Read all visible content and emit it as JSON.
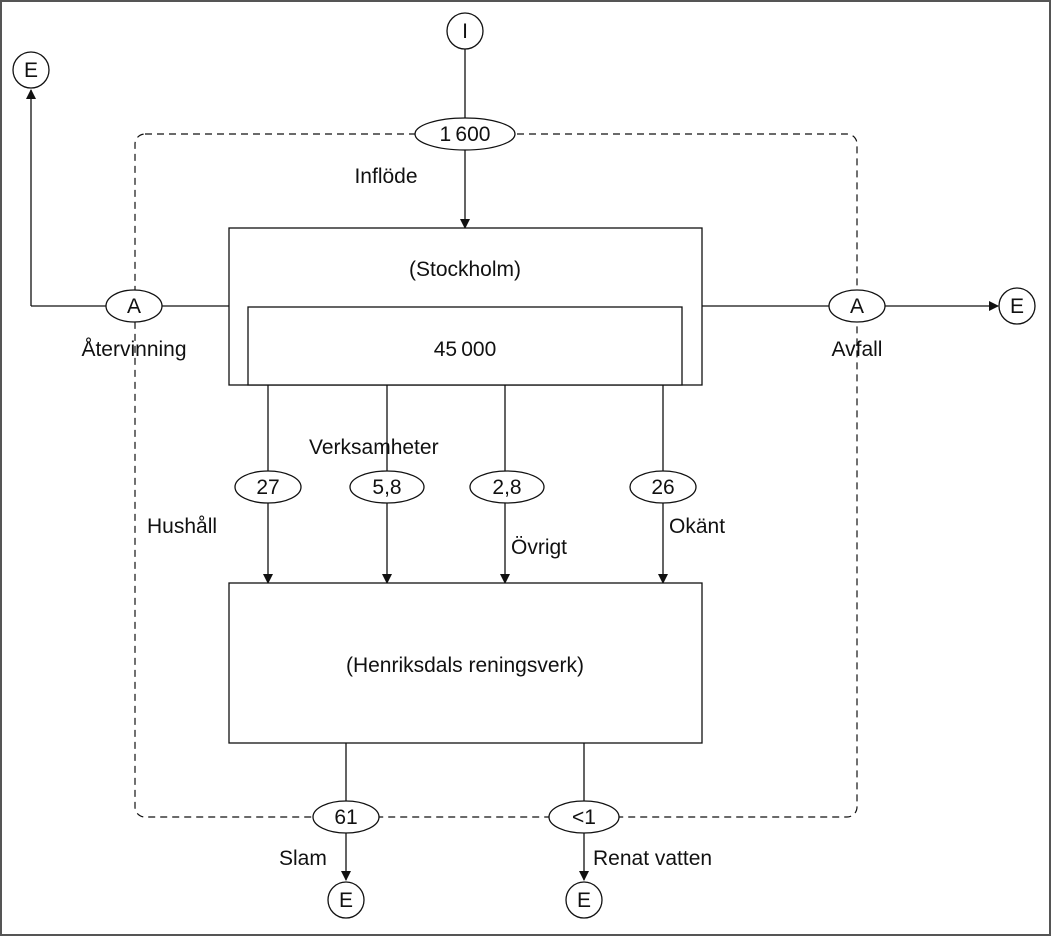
{
  "colors": {
    "line": "#111111",
    "background": "#ffffff",
    "frame": "#555555"
  },
  "nodes": {
    "import": "I",
    "export": "E",
    "storage": "A"
  },
  "boxes": {
    "city": {
      "title": "(Stockholm)",
      "stock": "45 000"
    },
    "plant": {
      "title": "(Henriksdals reningsverk)"
    }
  },
  "flows": {
    "inflow": {
      "value": "1 600",
      "label": "Inflöde"
    },
    "recycling": {
      "label": "Återvinning"
    },
    "waste": {
      "label": "Avfall"
    },
    "households": {
      "value": "27",
      "label": "Hushåll"
    },
    "businesses": {
      "value": "5,8",
      "label": "Verksamheter"
    },
    "other": {
      "value": "2,8",
      "label": "Övrigt"
    },
    "unknown": {
      "value": "26",
      "label": "Okänt"
    },
    "sludge": {
      "value": "61",
      "label": "Slam"
    },
    "treated_water": {
      "value": "<1",
      "label": "Renat vatten"
    }
  }
}
